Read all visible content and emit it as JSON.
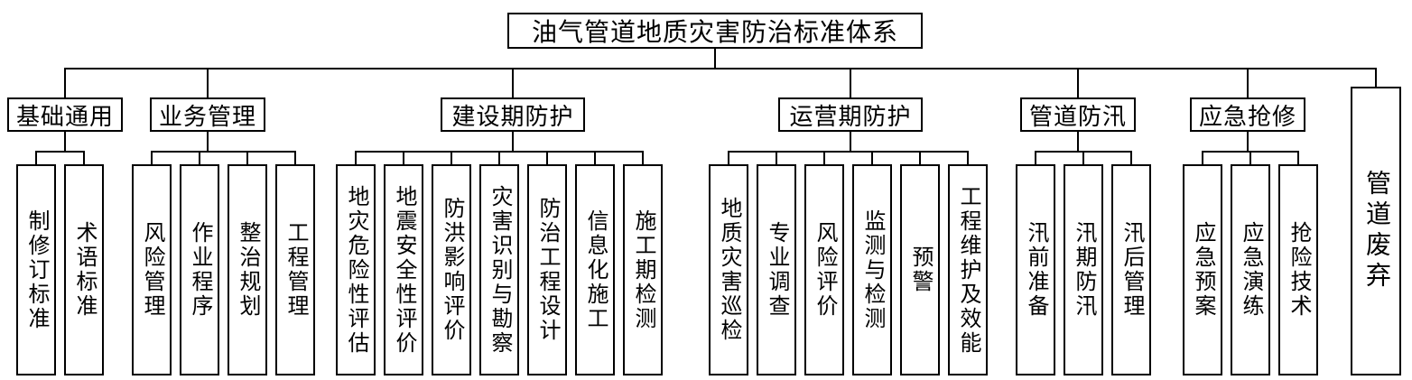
{
  "title": "油气管道地质灾害防治标准体系",
  "groups": [
    {
      "label": "基础通用",
      "children": [
        "制修订标准",
        "术语标准"
      ]
    },
    {
      "label": "业务管理",
      "children": [
        "风险管理",
        "作业程序",
        "整治规划",
        "工程管理"
      ]
    },
    {
      "label": "建设期防护",
      "children": [
        "地灾危险性评估",
        "地震安全性评价",
        "防洪影响评价",
        "灾害识别与勘察",
        "防治工程设计",
        "信息化施工",
        "施工期检测"
      ]
    },
    {
      "label": "运营期防护",
      "children": [
        "地质灾害巡检",
        "专业调查",
        "风险评价",
        "监测与检测",
        "预警",
        "工程维护及效能"
      ]
    },
    {
      "label": "管道防汛",
      "children": [
        "汛前准备",
        "汛期防汛",
        "汛后管理"
      ]
    },
    {
      "label": "应急抢修",
      "children": [
        "应急预案",
        "应急演练",
        "抢险技术"
      ]
    }
  ],
  "standalone": "管道废弃",
  "colors": {
    "line": "#000000",
    "box_border": "#000000",
    "background": "#ffffff",
    "text": "#000000"
  }
}
